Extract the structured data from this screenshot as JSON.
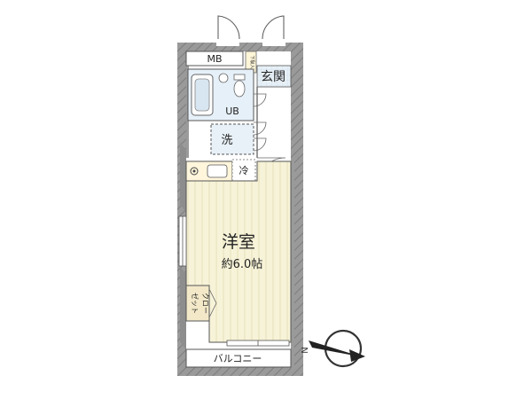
{
  "floorplan": {
    "rooms": {
      "mb": "MB",
      "entrance": "玄関",
      "unit_bath": "UB",
      "washroom": "洗",
      "fridge": "冷",
      "western_room": "洋室",
      "western_room_size": "約6.0帖",
      "closet_line1": "クロー",
      "closet_line2": "ゼット",
      "balcony": "バルコニー",
      "shoe_box": "下駄入"
    },
    "compass": {
      "label": "N"
    }
  }
}
